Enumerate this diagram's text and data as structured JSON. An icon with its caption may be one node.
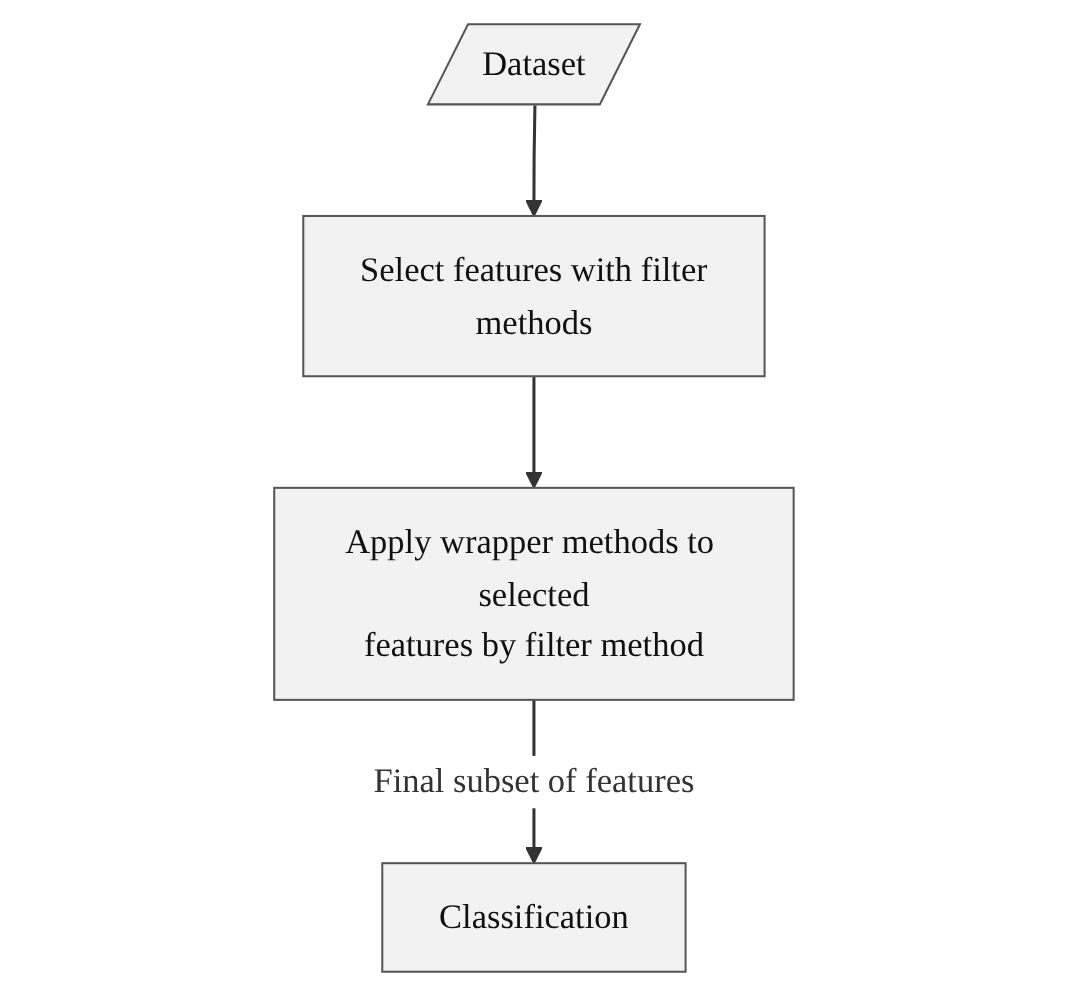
{
  "diagram": {
    "nodes": [
      {
        "text": [
          "Dataset"
        ]
      },
      {
        "text": [
          "Select features with filter methods"
        ]
      },
      {
        "text": [
          "Apply wrapper methods to selected features by filter method"
        ]
      },
      {
        "text": [
          "Classification"
        ]
      }
    ],
    "edges": [
      {
        "from": 0,
        "to": 1,
        "arrow": "to"
      },
      {
        "from": 1,
        "to": 2,
        "arrow": "to"
      },
      {
        "from": 2,
        "to": 3,
        "arrow": "to",
        "label": "Final subset of features"
      }
    ]
  }
}
